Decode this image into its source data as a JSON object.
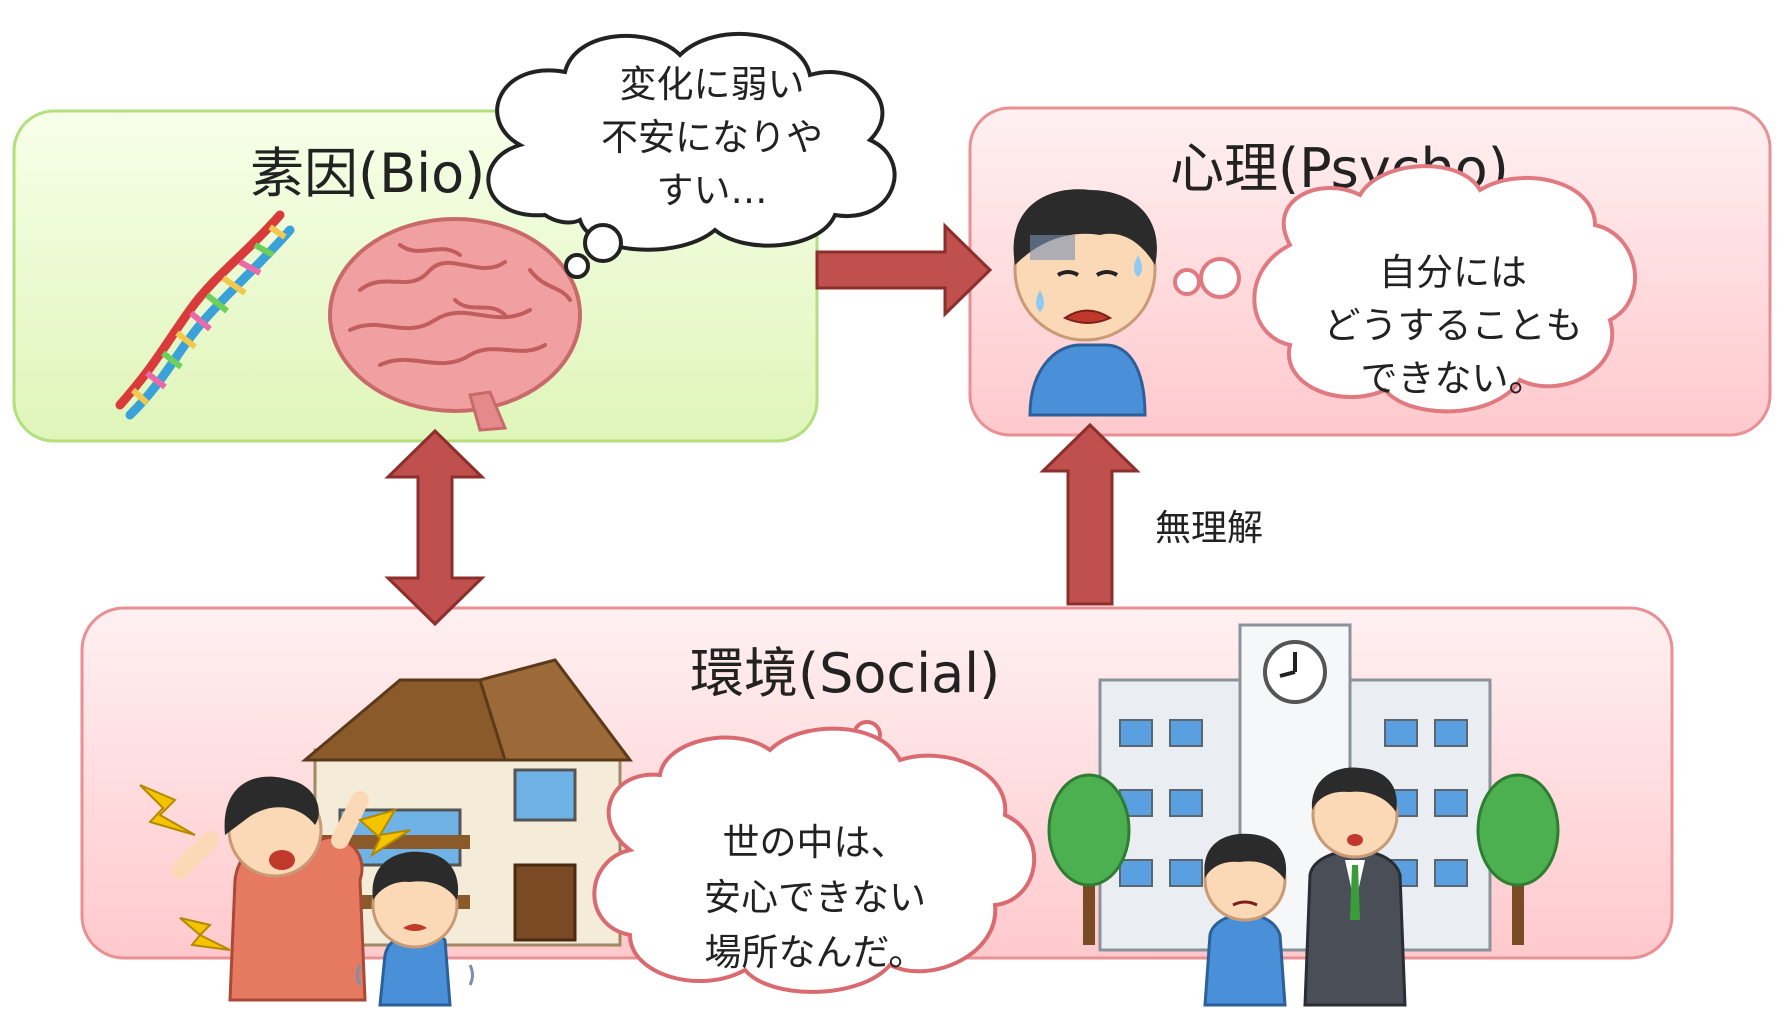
{
  "boxes": {
    "bio": {
      "title": "素因(Bio)",
      "fill": "#e6f8c8",
      "stroke": "#b3df7e"
    },
    "psycho": {
      "title": "心理(Psycho)",
      "fill": "#ffd5d8",
      "stroke": "#e89094"
    },
    "social": {
      "title": "環境(Social)",
      "fill": "#ffd5d8",
      "stroke": "#e89094"
    }
  },
  "bubbles": {
    "bio": [
      "変化に弱い",
      "不安になりや",
      "すい…"
    ],
    "psycho": [
      "自分には",
      "どうすることも",
      "できない。"
    ],
    "social": [
      "世の中は、",
      "安心できない",
      "場所なんだ。"
    ]
  },
  "arrow_label": "無理解",
  "colors": {
    "arrow": "#c0504d",
    "arrow_stroke": "#8c2f2c"
  },
  "icons": [
    "dna-icon",
    "brain-icon",
    "worried-boy-icon",
    "house-icon",
    "angry-parent-icon",
    "scared-child-icon",
    "school-building-icon",
    "tree-icon",
    "teacher-icon",
    "sad-student-icon"
  ]
}
